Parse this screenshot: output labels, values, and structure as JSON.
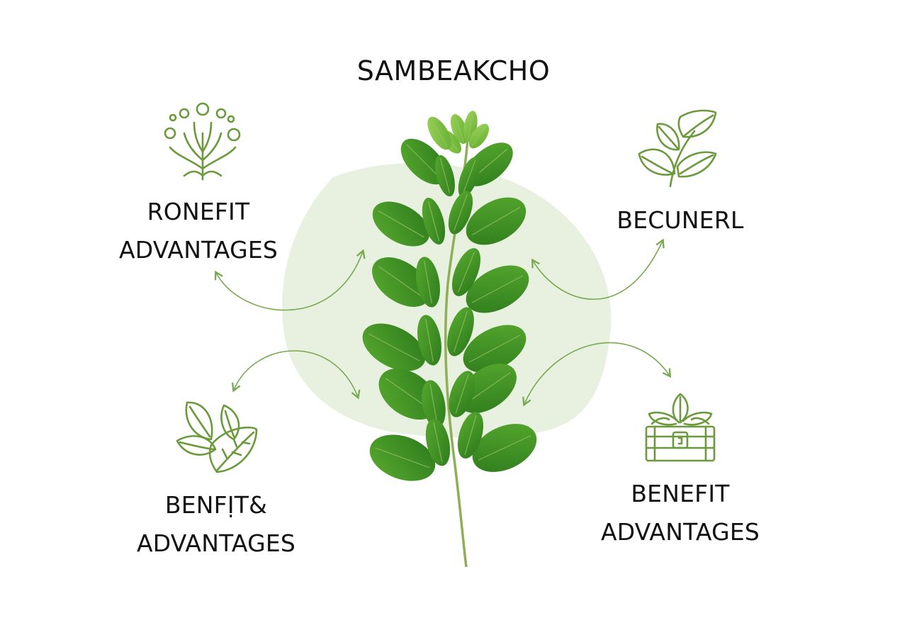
{
  "title": "SAMBEAKCHO",
  "benefits": [
    {
      "position": "top-left",
      "icon": "branching-plant-icon",
      "line1": "RONEFIT",
      "line2": "ADVANTAGES"
    },
    {
      "position": "top-right",
      "icon": "leaf-sprig-icon",
      "line1": "BECUNERL",
      "line2": ""
    },
    {
      "position": "bottom-left",
      "icon": "leaves-cluster-icon",
      "line1": "BENFỊT&",
      "line2": "ADVANTAGES"
    },
    {
      "position": "bottom-right",
      "icon": "treasure-chest-sprout-icon",
      "line1": "BENEFIT",
      "line2": "ADVANTAGES"
    }
  ],
  "colors": {
    "icon_green": "#6a9a3c",
    "leaf_dark": "#2f7d1e",
    "leaf_mid": "#3f9226",
    "leaf_light": "#7cbf3a",
    "stem": "#8fae55",
    "blob": "#e6f0dc",
    "arrow": "#7aa851"
  }
}
